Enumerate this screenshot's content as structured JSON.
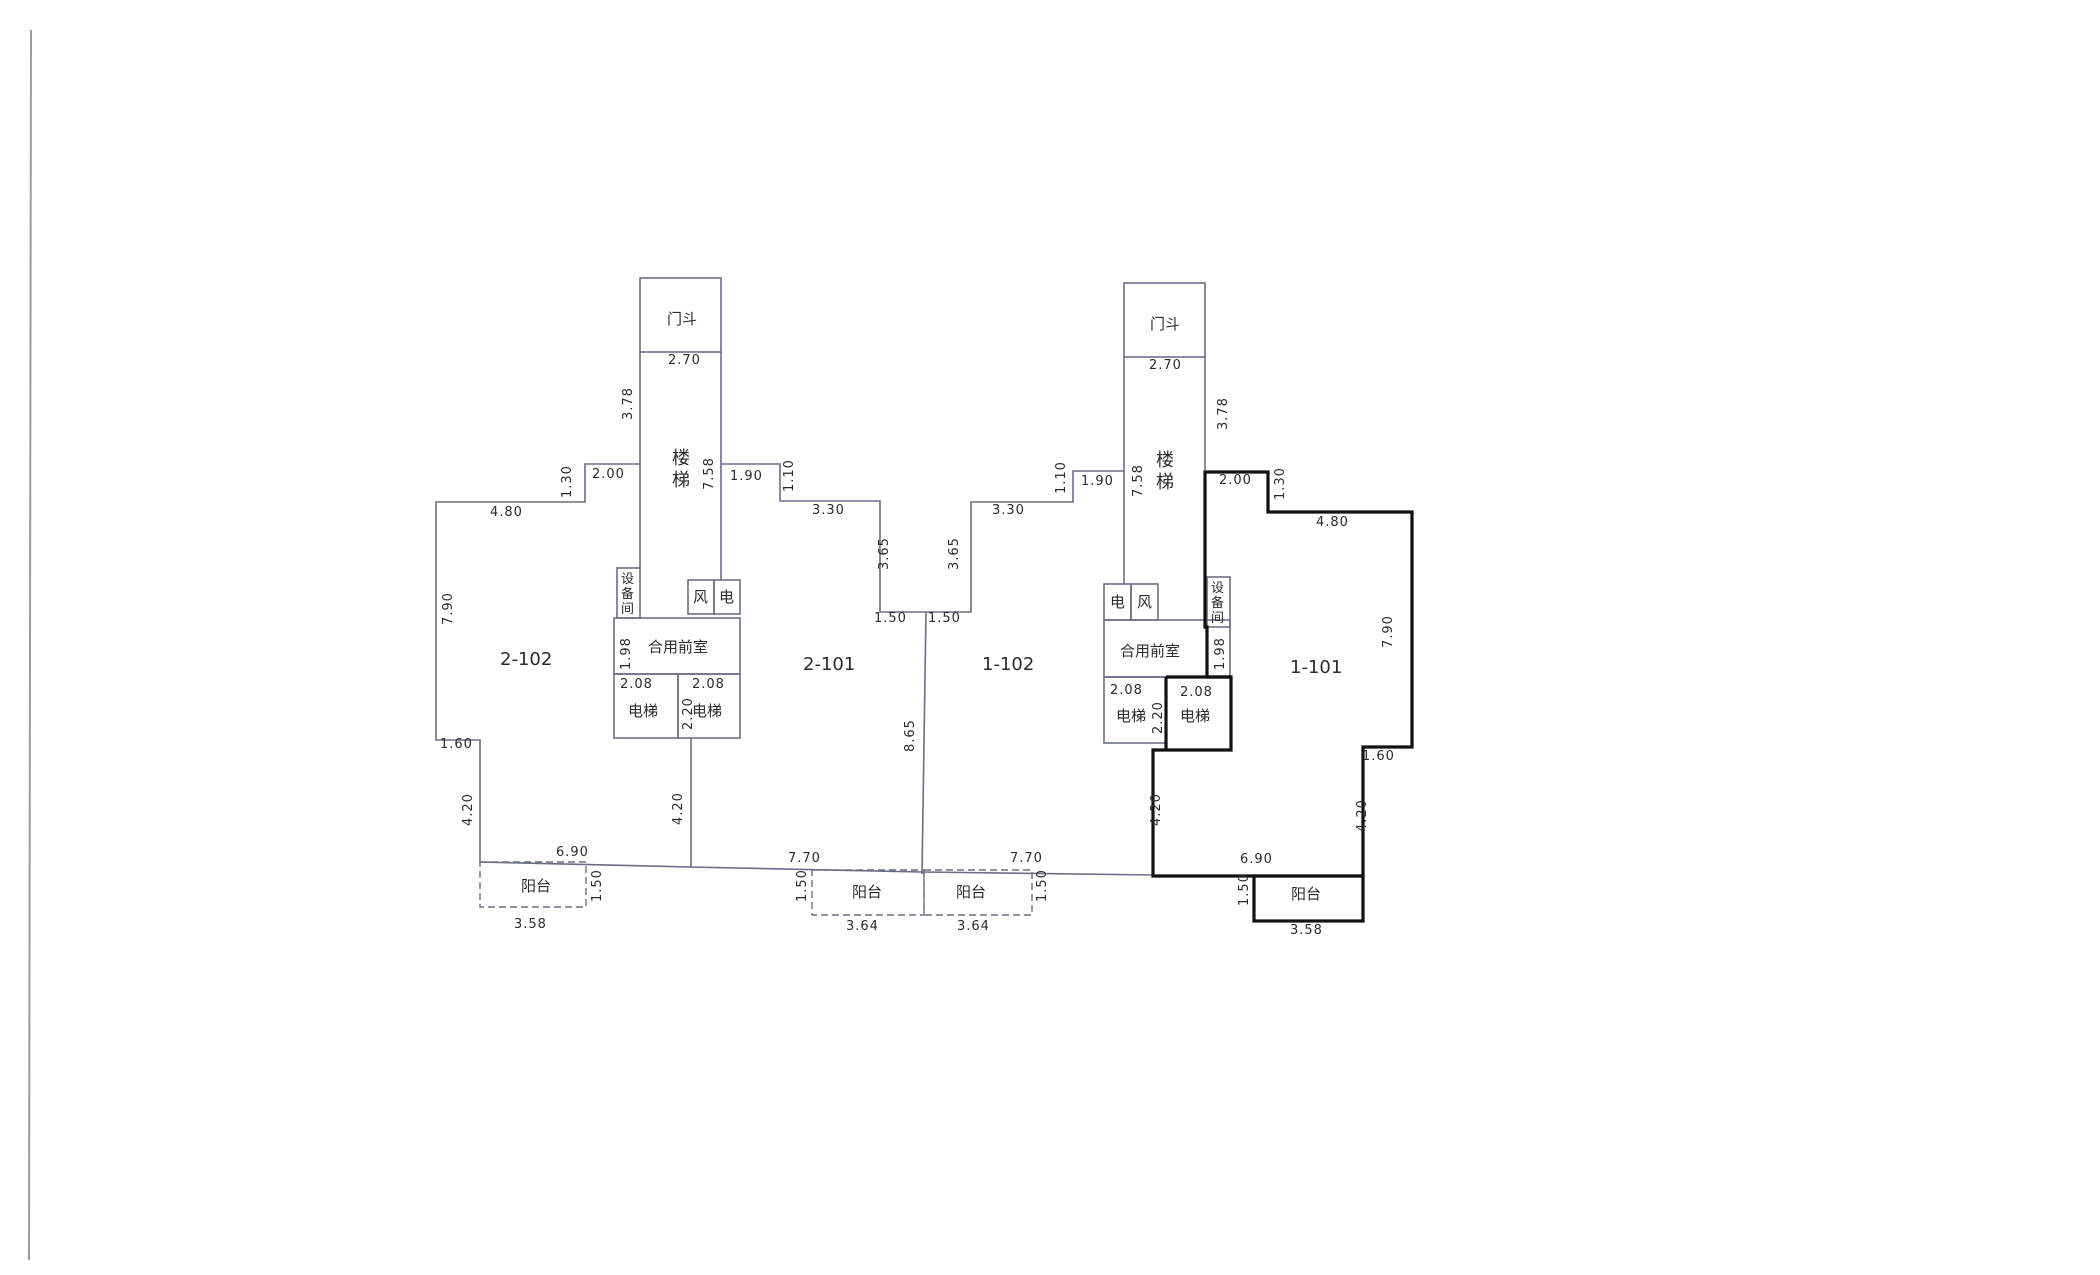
{
  "units": {
    "unit_2_102": "2-102",
    "unit_2_101": "2-101",
    "unit_1_102": "1-102",
    "unit_1_101": "1-101"
  },
  "rooms": {
    "vestibule": "门斗",
    "stair_line1": "楼",
    "stair_line2": "梯",
    "lobby": "合用前室",
    "elevator": "电梯",
    "balcony": "阳台",
    "equip_line1": "设",
    "equip_line2": "备",
    "equip_line3": "间",
    "shaft_wind": "风",
    "shaft_elec": "电"
  },
  "dims": {
    "left_block": {
      "vestibule_w": "2.70",
      "stair_upper": "3.78",
      "stair_right": "7.58",
      "step_right_w": "1.90",
      "step_right_h": "1.10",
      "step_left_w": "2.00",
      "step_left_h": "1.30",
      "lobby_h": "1.98",
      "elev_w_a": "2.08",
      "elev_w_b": "2.08",
      "elev_h": "2.20"
    },
    "right_block": {
      "vestibule_w": "2.70",
      "stair_upper": "3.78",
      "stair_left": "7.58",
      "step_left_w": "1.90",
      "step_left_h": "1.10",
      "step_right_w": "2.00",
      "step_right_h": "1.30",
      "lobby_h": "1.98",
      "elev_w_a": "2.08",
      "elev_w_b": "2.08",
      "elev_h": "2.20"
    },
    "unit_2_102": {
      "top": "4.80",
      "left": "7.90",
      "jog": "1.60",
      "lower_left": "4.20",
      "bottom": "6.90",
      "partition": "4.20"
    },
    "unit_2_101": {
      "upper": "3.30",
      "drop": "3.65",
      "notch": "1.50",
      "bottom": "7.70"
    },
    "unit_1_102": {
      "upper": "3.30",
      "drop": "3.65",
      "notch": "1.50",
      "bottom": "7.70",
      "party_wall": "8.65"
    },
    "unit_1_101": {
      "top": "4.80",
      "right": "7.90",
      "jog": "1.60",
      "lower_right": "4.20",
      "lower_left": "4.20",
      "bottom": "6.90"
    },
    "balconies": {
      "b1_w": "3.58",
      "b1_d": "1.50",
      "b2_w": "3.64",
      "b2_d": "1.50",
      "b3_w": "3.64",
      "b3_d": "1.50",
      "b4_w": "3.58",
      "b4_d": "1.50"
    }
  }
}
